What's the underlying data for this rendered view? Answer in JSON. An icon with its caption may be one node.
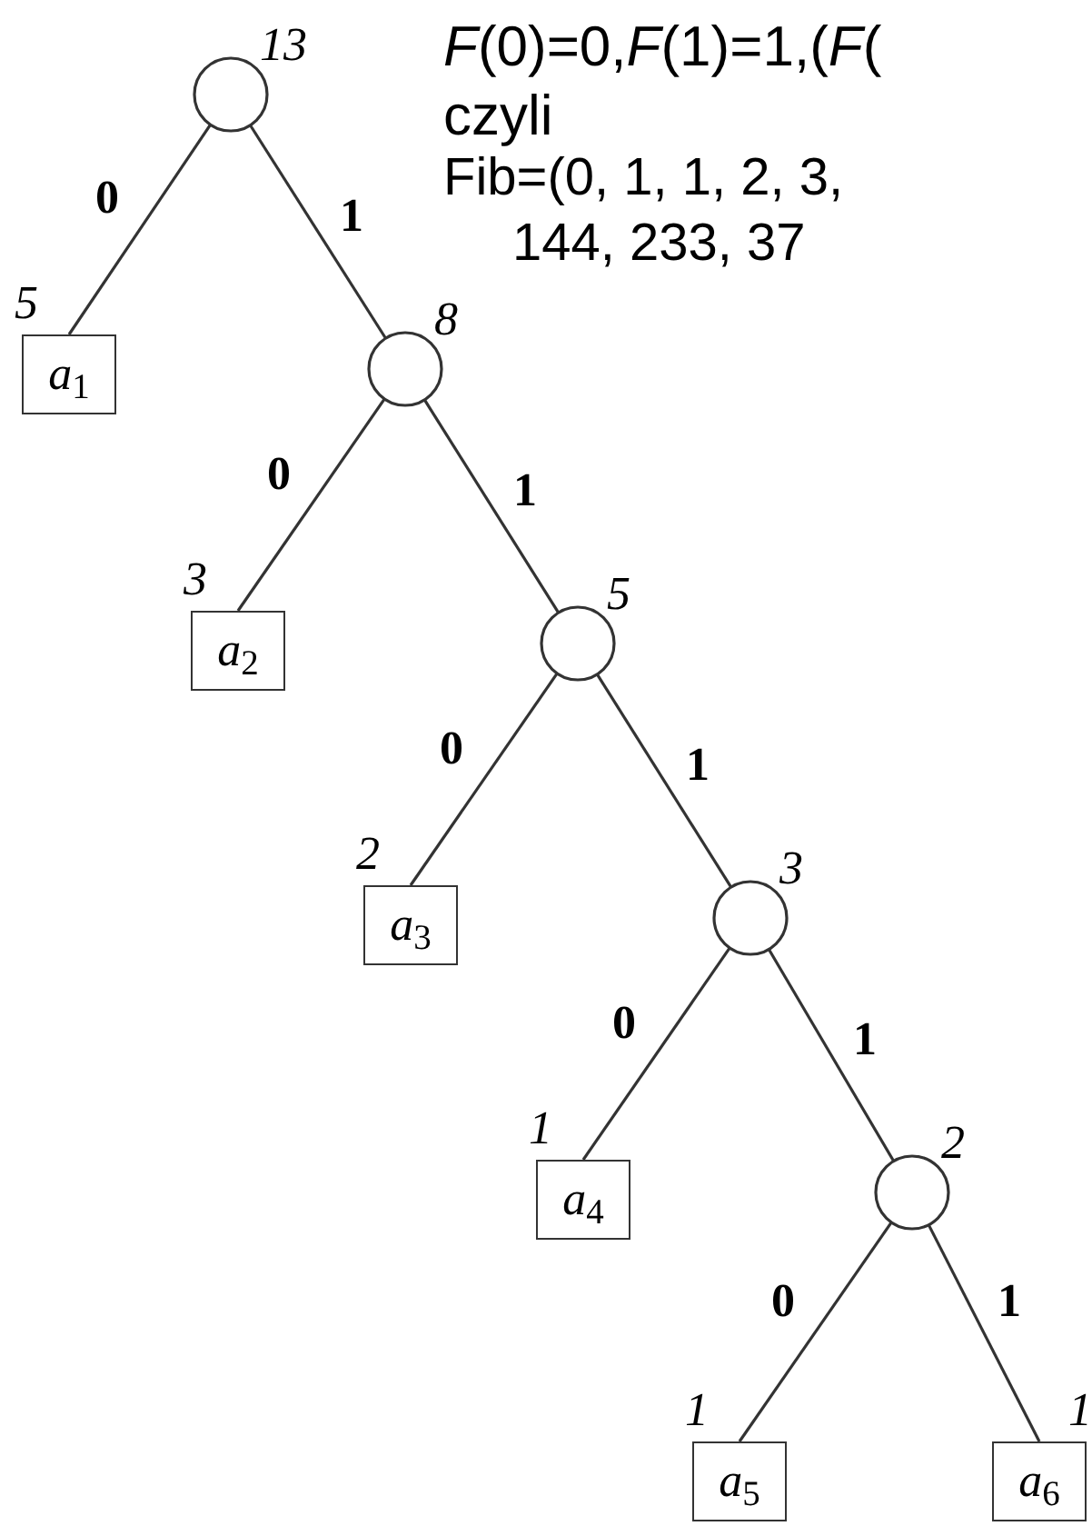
{
  "diagram": {
    "nodes": [
      {
        "text": [],
        "shape": "circle",
        "beside": [
          "13"
        ]
      },
      {
        "text": [
          "*a*$_{1}$"
        ],
        "beside": [
          "5"
        ]
      },
      {
        "text": [],
        "shape": "circle",
        "beside": [
          "8"
        ]
      },
      {
        "text": [
          "*a*$_{2}$"
        ],
        "beside": [
          "3"
        ]
      },
      {
        "text": [],
        "shape": "circle",
        "beside": [
          "5"
        ]
      },
      {
        "text": [
          "*a*$_{3}$"
        ],
        "beside": [
          "2"
        ]
      },
      {
        "text": [],
        "shape": "circle",
        "beside": [
          "3"
        ]
      },
      {
        "text": [
          "*a*$_{4}$"
        ],
        "beside": [
          "1"
        ]
      },
      {
        "text": [],
        "shape": "circle",
        "beside": [
          "2"
        ]
      },
      {
        "text": [
          "*a*$_{5}$"
        ],
        "beside": [
          "1"
        ]
      },
      {
        "text": [
          "*a*$_{6}$"
        ],
        "beside": [
          "1"
        ]
      }
    ],
    "edges": [
      {
        "from": 0,
        "to": 1,
        "arrow": "none",
        "label": "0"
      },
      {
        "from": 0,
        "to": 2,
        "arrow": "none",
        "label": "1"
      },
      {
        "from": 2,
        "to": 3,
        "arrow": "none",
        "label": "0"
      },
      {
        "from": 2,
        "to": 4,
        "arrow": "none",
        "label": "1"
      },
      {
        "from": 4,
        "to": 5,
        "arrow": "none",
        "label": "0"
      },
      {
        "from": 4,
        "to": 6,
        "arrow": "none",
        "label": "1"
      },
      {
        "from": 6,
        "to": 7,
        "arrow": "none",
        "label": "0"
      },
      {
        "from": 6,
        "to": 8,
        "arrow": "none",
        "label": "1"
      },
      {
        "from": 8,
        "to": 9,
        "arrow": "none",
        "label": "0"
      },
      {
        "from": 8,
        "to": 10,
        "arrow": "none",
        "label": "1"
      }
    ],
    "labels": [
      "*F*(0)=0,*F*(1)=1,(*F*(",
      "czyli",
      "Fib=(0, 1, 1, 2, 3,",
      "144, 233, 37"
    ]
  }
}
